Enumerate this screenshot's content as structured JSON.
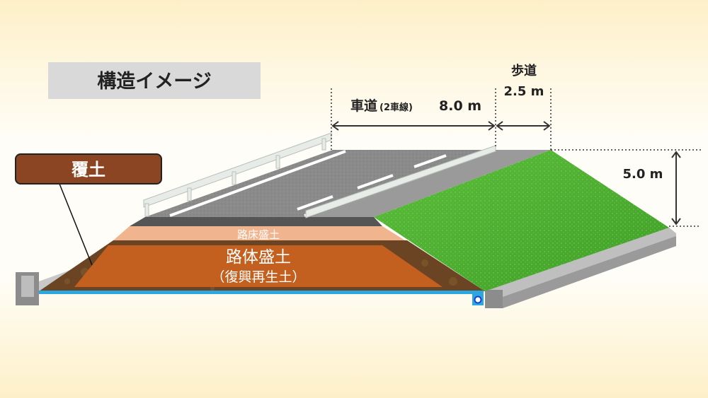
{
  "title": "構造イメージ",
  "cover_soil": {
    "label": "覆土",
    "color": "#8b4522"
  },
  "layers": {
    "subgrade": {
      "label": "路床盛土",
      "color": "#f0b48e"
    },
    "embankment": {
      "label": "路体盛土",
      "sublabel": "（復興再生土）",
      "color": "#c4601f"
    }
  },
  "dimensions": {
    "roadway_label": "車道",
    "roadway_note": "(2車線)",
    "roadway_width": "8.0 m",
    "sidewalk_label": "歩道",
    "sidewalk_width": "2.5 m",
    "height": "5.0 m"
  },
  "colors": {
    "asphalt": "#8a8a8a",
    "grass": "#4caf2e",
    "drain_line": "#2ca7e0",
    "soil": "#6b4423"
  }
}
